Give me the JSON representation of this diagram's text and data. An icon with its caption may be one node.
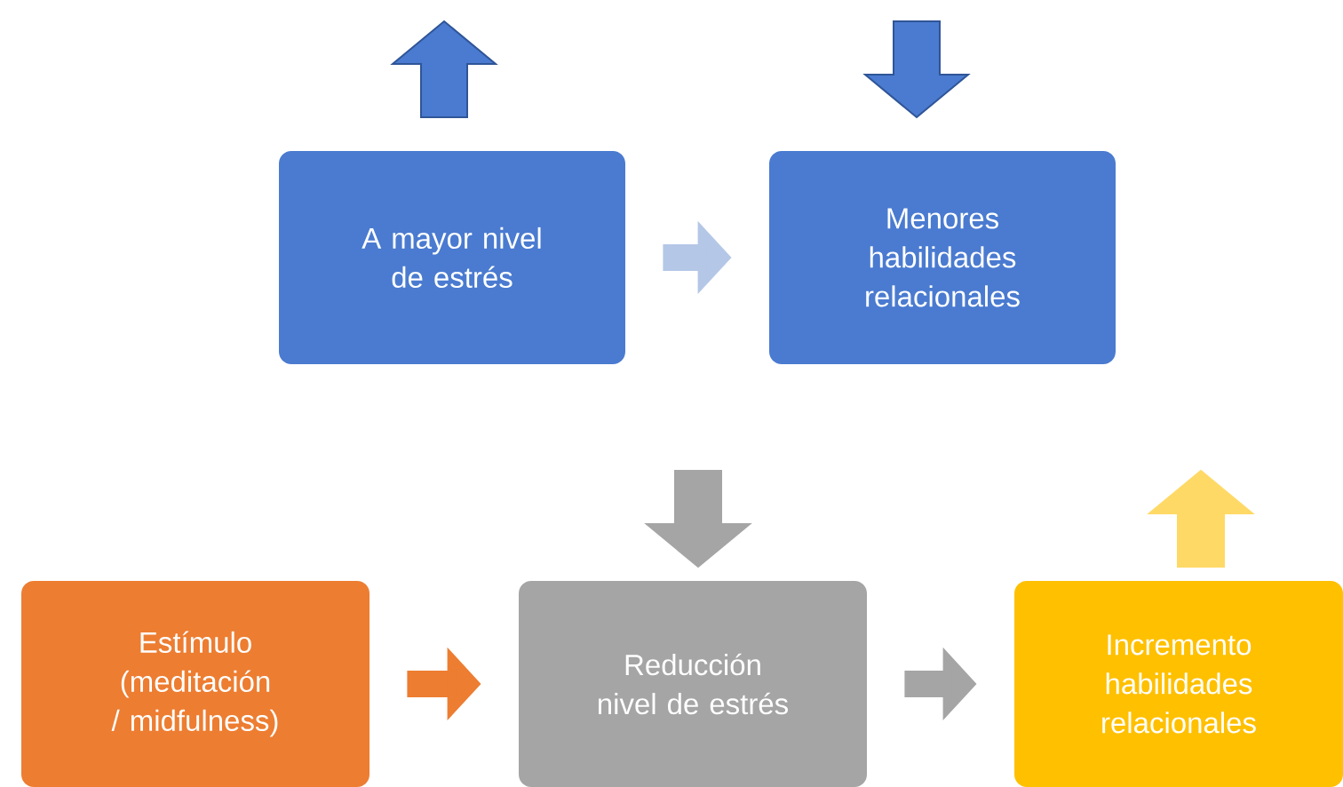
{
  "diagram": {
    "nodes": [
      {
        "text": [
          "A mayor nivel de estrés"
        ]
      },
      {
        "text": [
          "Menores habilidades relacionales"
        ]
      },
      {
        "text": [
          "Estímulo (meditación / midfulness)"
        ]
      },
      {
        "text": [
          "Reducción nivel de estrés"
        ]
      },
      {
        "text": [
          "Incremento habilidades relacionales"
        ]
      }
    ],
    "edges": [
      {
        "from": 0,
        "to": 1,
        "arrow": "to",
        "color": "#b4c7e7"
      },
      {
        "from": 2,
        "to": 3,
        "arrow": "to",
        "color": "#ed7d31"
      },
      {
        "from": 3,
        "to": 4,
        "arrow": "to",
        "color": "#a5a5a5"
      }
    ]
  }
}
